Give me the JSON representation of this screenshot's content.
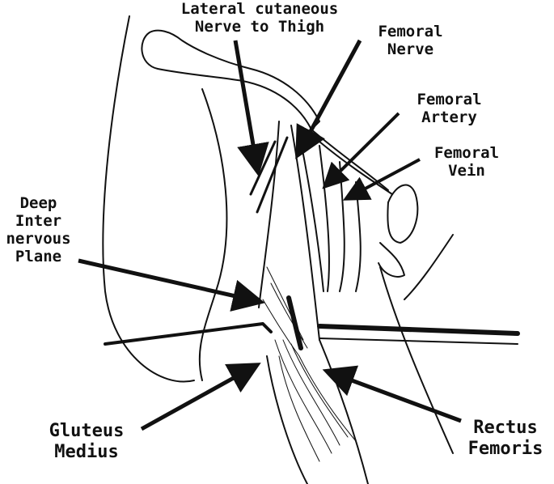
{
  "labels": {
    "lateral_cutaneous": [
      "Lateral cutaneous",
      "Nerve to Thigh"
    ],
    "femoral_nerve": [
      "Femoral",
      "Nerve"
    ],
    "femoral_artery": [
      "Femoral",
      "Artery"
    ],
    "femoral_vein": [
      "Femoral",
      "Vein"
    ],
    "deep_plane": [
      "Deep",
      "Inter",
      "nervous",
      "Plane"
    ],
    "gluteus_medius": [
      "Gluteus",
      "Medius"
    ],
    "rectus_femoris": [
      "Rectus",
      "Femoris"
    ]
  },
  "colors": {
    "ink": "#111111",
    "paper": "#ffffff"
  }
}
